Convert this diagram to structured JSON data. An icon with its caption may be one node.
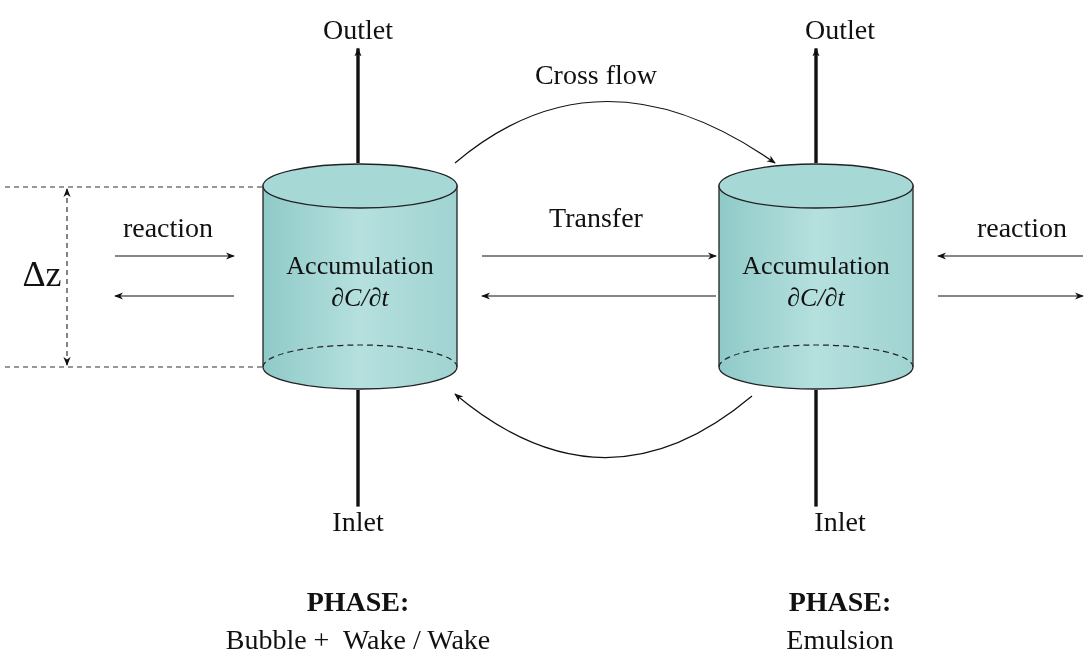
{
  "diagram": {
    "nodes": [
      {
        "text": [
          "Outlet"
        ]
      },
      {
        "text": [
          "Outlet"
        ]
      },
      {
        "text": [
          "Accumulation",
          "∂C/∂t"
        ]
      },
      {
        "text": [
          "Accumulation",
          "∂C/∂t"
        ]
      },
      {
        "text": [
          "Inlet"
        ]
      },
      {
        "text": [
          "Inlet"
        ]
      }
    ],
    "edges": [
      {
        "from": null,
        "to": 2,
        "arrow": "to",
        "label": "reaction"
      },
      {
        "from": 2,
        "to": null,
        "arrow": "to"
      },
      {
        "from": 2,
        "to": 0,
        "arrow": "to",
        "style": "thick"
      },
      {
        "from": 4,
        "to": 2,
        "arrow": "none",
        "style": "thick"
      },
      {
        "from": 2,
        "to": 3,
        "arrow": "to",
        "label": "Cross flow"
      },
      {
        "from": 2,
        "to": 3,
        "arrow": "to",
        "label": "Transfer"
      },
      {
        "from": 3,
        "to": 2,
        "arrow": "to"
      },
      {
        "from": 3,
        "to": 2,
        "arrow": "to"
      },
      {
        "from": 3,
        "to": 1,
        "arrow": "to",
        "style": "thick"
      },
      {
        "from": 5,
        "to": 3,
        "arrow": "none",
        "style": "thick"
      },
      {
        "from": null,
        "to": 3,
        "arrow": "to",
        "label": "reaction"
      },
      {
        "from": 3,
        "to": null,
        "arrow": "to"
      }
    ],
    "labels": [
      "Δz",
      "PHASE:",
      "Bubble +  Wake / Wake",
      "PHASE:",
      "Emulsion"
    ]
  }
}
